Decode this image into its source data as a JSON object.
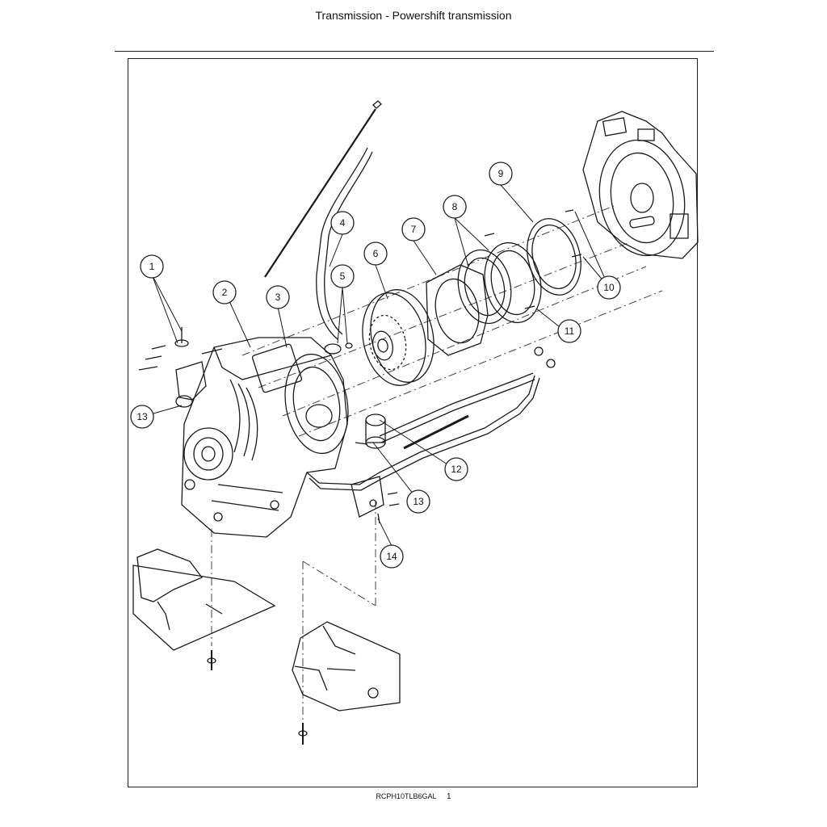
{
  "header": {
    "title": "Transmission - Powershift transmission"
  },
  "callouts": [
    {
      "label": "1"
    },
    {
      "label": "2"
    },
    {
      "label": "3"
    },
    {
      "label": "4"
    },
    {
      "label": "5"
    },
    {
      "label": "6"
    },
    {
      "label": "7"
    },
    {
      "label": "8"
    },
    {
      "label": "9"
    },
    {
      "label": "10"
    },
    {
      "label": "11"
    },
    {
      "label": "12"
    },
    {
      "label": "13"
    },
    {
      "label": "13"
    },
    {
      "label": "14"
    }
  ],
  "footer": {
    "code": "RCPH10TLB6GAL",
    "page": "1"
  }
}
